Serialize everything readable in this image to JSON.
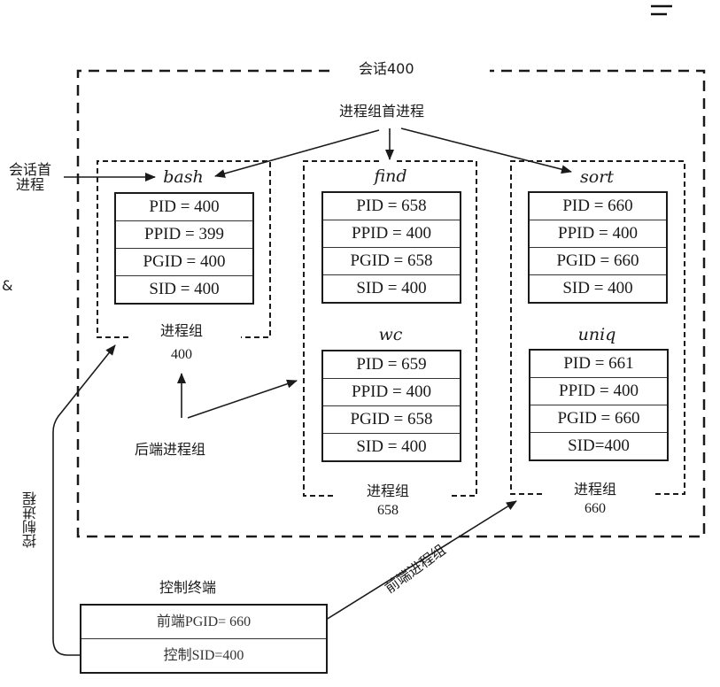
{
  "session": {
    "label": "会话400"
  },
  "group_leader_label": "进程组首进程",
  "session_leader_label": [
    "会话首",
    "进程"
  ],
  "stray_symbol": "&",
  "corner_glyph": "二",
  "processes": [
    {
      "name": "bash",
      "rows": [
        "PID = 400",
        "PPID = 399",
        "PGID = 400",
        "SID = 400"
      ]
    },
    {
      "name": "find",
      "rows": [
        "PID = 658",
        "PPID = 400",
        "PGID = 658",
        "SID = 400"
      ]
    },
    {
      "name": "sort",
      "rows": [
        "PID = 660",
        "PPID = 400",
        "PGID = 660",
        "SID = 400"
      ]
    },
    {
      "name": "wc",
      "rows": [
        "PID = 659",
        "PPID = 400",
        "PGID = 658",
        "SID = 400"
      ]
    },
    {
      "name": "uniq",
      "rows": [
        "PID = 661",
        "PPID = 400",
        "PGID = 660",
        "SID=400"
      ]
    }
  ],
  "process_groups": [
    {
      "label": "进程组",
      "id": "400"
    },
    {
      "label": "进程组",
      "id": "658"
    },
    {
      "label": "进程组",
      "id": "660"
    }
  ],
  "background_groups_label": "后端进程组",
  "foreground_group_label": "前端进程组",
  "controlling_process_label": "控制进程",
  "terminal": {
    "title": "控制终端",
    "rows": [
      "前端PGID=  660",
      "控制SID=400"
    ]
  }
}
